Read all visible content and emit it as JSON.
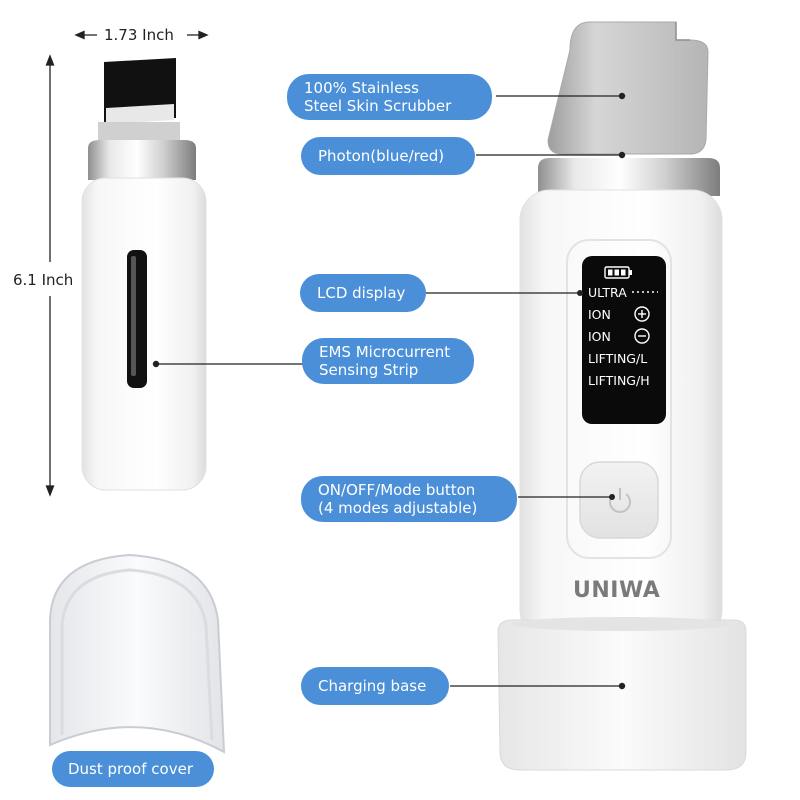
{
  "dimensions": {
    "width": "1.73 Inch",
    "height": "6.1 Inch"
  },
  "callouts": {
    "scrubber": [
      "100% Stainless",
      "Steel Skin Scrubber"
    ],
    "photon": "Photon(blue/red)",
    "lcd": "LCD display",
    "ems": [
      "EMS Microcurrent",
      "Sensing Strip"
    ],
    "button": [
      "ON/OFF/Mode button",
      "(4 modes adjustable)"
    ],
    "charging": "Charging base",
    "cover": "Dust proof cover"
  },
  "device": {
    "brand": "UNIWA",
    "lcd_modes": [
      "ULTRA",
      "ION",
      "ION",
      "LIFTING/L",
      "LIFTING/H"
    ],
    "lcd_icons": [
      "battery-icon",
      "dotted-line-icon",
      "plus-circle-icon",
      "minus-circle-icon"
    ],
    "button_icon": "power-icon"
  },
  "colors": {
    "accent": "#4a8fd8",
    "lcd_background": "#0a0a0a",
    "device_body": "#f4f4f4"
  }
}
